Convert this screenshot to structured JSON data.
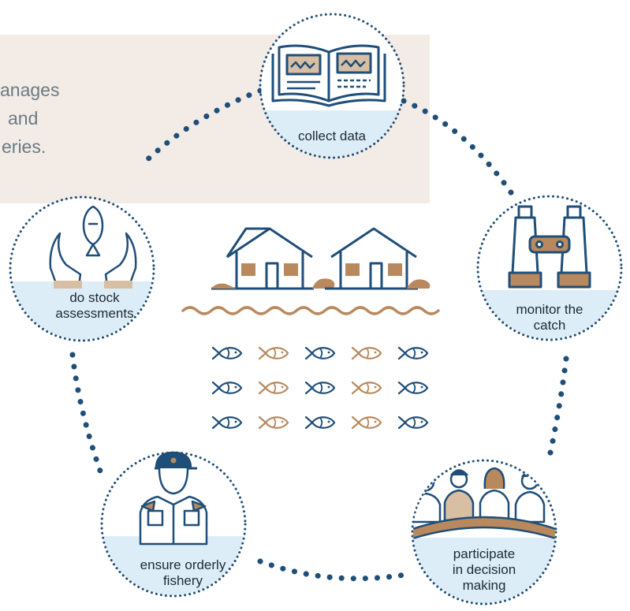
{
  "intro": {
    "lines": [
      "anages",
      "and",
      "eries."
    ]
  },
  "stations": [
    {
      "id": "collect-data",
      "label_lines": [
        "collect data"
      ],
      "icon": "book-icon"
    },
    {
      "id": "monitor-catch",
      "label_lines": [
        "monitor the",
        "catch"
      ],
      "icon": "binoculars-icon"
    },
    {
      "id": "participate",
      "label_lines": [
        "participate",
        "in decision",
        "making"
      ],
      "icon": "meeting-group-icon"
    },
    {
      "id": "ensure-orderly",
      "label_lines": [
        "ensure orderly",
        "fishery"
      ],
      "icon": "officer-icon"
    },
    {
      "id": "stock-assessments",
      "label_lines": [
        "do stock",
        "assessments"
      ],
      "icon": "hands-fish-icon"
    }
  ],
  "center": {
    "houses": 2,
    "fish_rows": 3,
    "fish_per_row": 5,
    "fish_pattern": [
      "blue",
      "tan",
      "blue",
      "tan",
      "blue"
    ]
  },
  "colors": {
    "navy": "#1f4e79",
    "tan": "#b9895d",
    "light_blue": "#dcedf7",
    "beige": "#f3ece6",
    "text_gray": "#6b7a86"
  }
}
